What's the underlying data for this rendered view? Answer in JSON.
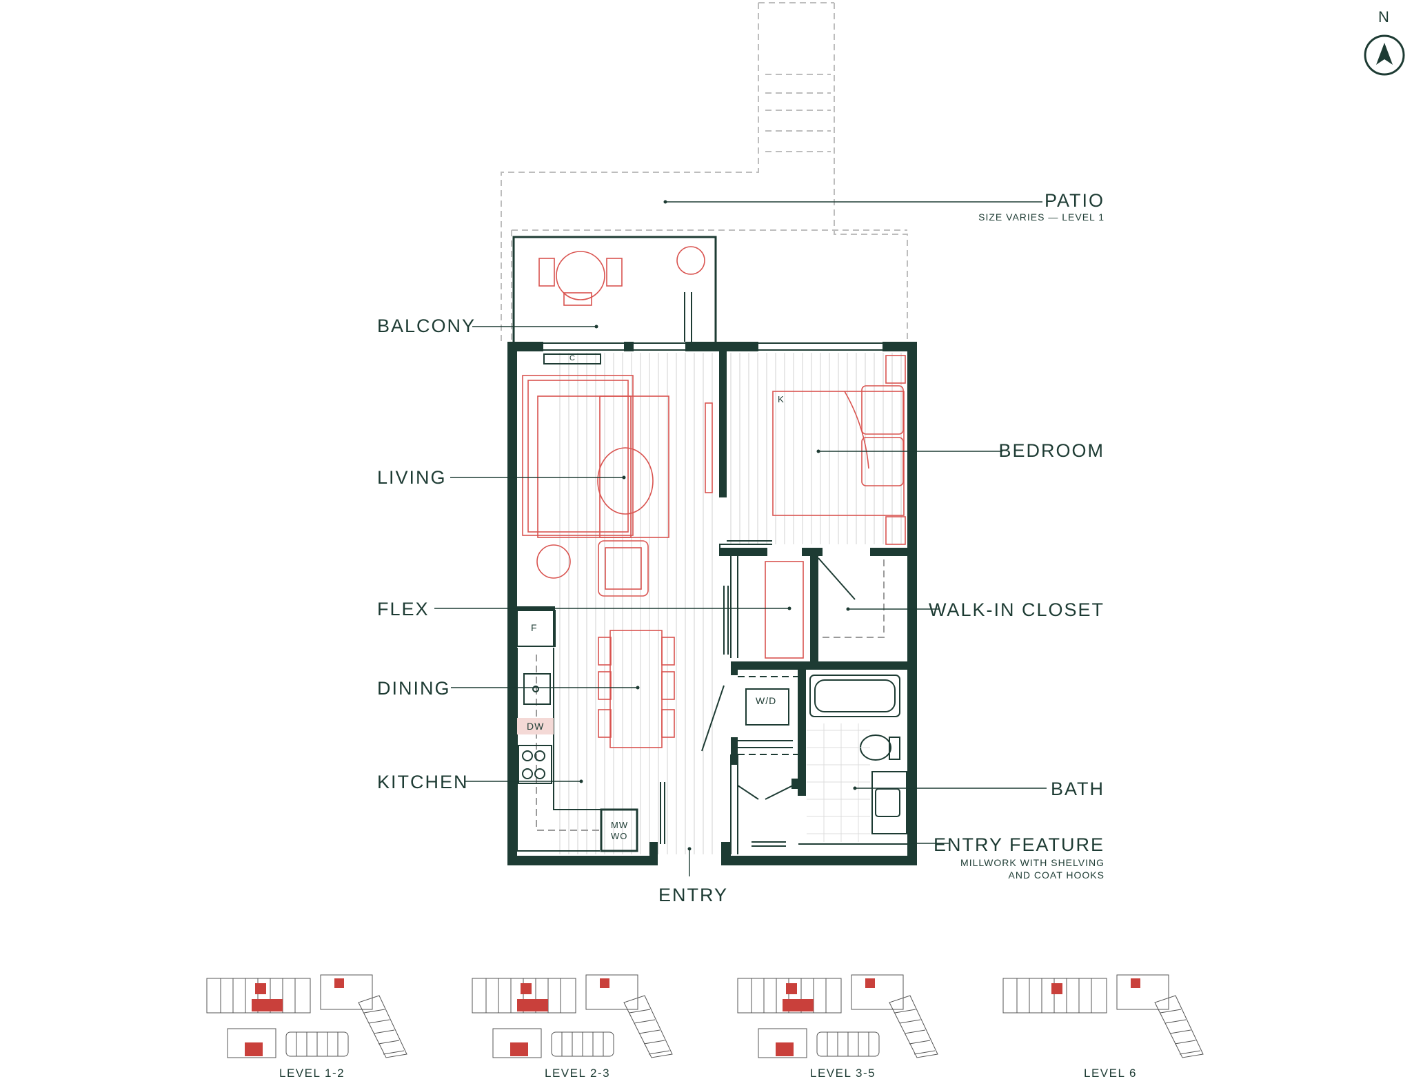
{
  "labels": {
    "north": "N",
    "patio": "PATIO",
    "patio_note": "SIZE VARIES — LEVEL 1",
    "balcony": "BALCONY",
    "living": "LIVING",
    "bedroom": "BEDROOM",
    "flex": "FLEX",
    "walk_in_closet": "WALK-IN CLOSET",
    "dining": "DINING",
    "kitchen": "KITCHEN",
    "bath": "BATH",
    "entry_feature": "ENTRY FEATURE",
    "entry_feature_note_1": "MILLWORK WITH SHELVING",
    "entry_feature_note_2": "AND COAT HOOKS",
    "entry": "ENTRY"
  },
  "fixtures": {
    "fridge": "F",
    "dishwasher": "DW",
    "microwave_1": "MW",
    "microwave_2": "WO",
    "washer_dryer": "W/D",
    "bed_size": "K",
    "cooktop": "C"
  },
  "key_plans": [
    {
      "caption": "LEVEL 1-2"
    },
    {
      "caption": "LEVEL 2-3"
    },
    {
      "caption": "LEVEL 3-5"
    },
    {
      "caption": "LEVEL 6"
    }
  ],
  "colors": {
    "wall": "#1d3b33",
    "furniture": "#d9534f",
    "highlight": "#c9403b",
    "dashed": "#b8b8b8"
  }
}
